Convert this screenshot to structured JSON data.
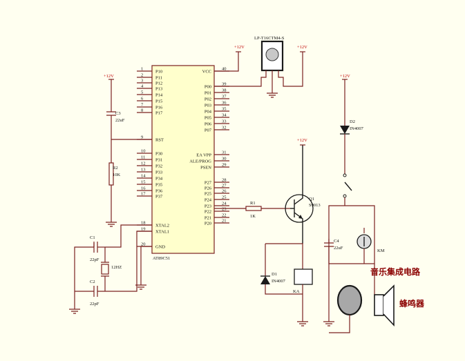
{
  "chip": {
    "name": "AT89C51",
    "left_pins": [
      {
        "num": "1",
        "name": "P10"
      },
      {
        "num": "2",
        "name": "P11"
      },
      {
        "num": "3",
        "name": "P12"
      },
      {
        "num": "4",
        "name": "P13"
      },
      {
        "num": "5",
        "name": "P14"
      },
      {
        "num": "6",
        "name": "P15"
      },
      {
        "num": "7",
        "name": "P16"
      },
      {
        "num": "8",
        "name": "P17"
      },
      {
        "num": "9",
        "name": "RST"
      },
      {
        "num": "10",
        "name": "P30"
      },
      {
        "num": "11",
        "name": "P31"
      },
      {
        "num": "12",
        "name": "P32"
      },
      {
        "num": "13",
        "name": "P33"
      },
      {
        "num": "14",
        "name": "P34"
      },
      {
        "num": "15",
        "name": "P35"
      },
      {
        "num": "16",
        "name": "P36"
      },
      {
        "num": "17",
        "name": "P37"
      },
      {
        "num": "18",
        "name": "XTAL2"
      },
      {
        "num": "19",
        "name": "XTAL1"
      },
      {
        "num": "20",
        "name": "GND"
      }
    ],
    "right_pins": [
      {
        "num": "40",
        "name": "VCC"
      },
      {
        "num": "39",
        "name": "P00"
      },
      {
        "num": "38",
        "name": "P01"
      },
      {
        "num": "37",
        "name": "P02"
      },
      {
        "num": "36",
        "name": "P03"
      },
      {
        "num": "35",
        "name": "P04"
      },
      {
        "num": "34",
        "name": "P05"
      },
      {
        "num": "33",
        "name": "P06"
      },
      {
        "num": "32",
        "name": "P07"
      },
      {
        "num": "31",
        "name": "EA VPP"
      },
      {
        "num": "30",
        "name": "ALE/PROG"
      },
      {
        "num": "29",
        "name": "PSEN"
      },
      {
        "num": "28",
        "name": "P27"
      },
      {
        "num": "27",
        "name": "P26"
      },
      {
        "num": "26",
        "name": "P25"
      },
      {
        "num": "25",
        "name": "P24"
      },
      {
        "num": "24",
        "name": "P23"
      },
      {
        "num": "23",
        "name": "P22"
      },
      {
        "num": "22",
        "name": "P21"
      },
      {
        "num": "21",
        "name": "P20"
      }
    ]
  },
  "labels": {
    "supply": "+12V",
    "sensor": "LP-T16CTM4-S",
    "c3_name": "C3",
    "c3_value": "22uF",
    "r2_name": "R2",
    "r2_value": "10K",
    "c1_name": "C1",
    "c1_value": "22pF",
    "c2_name": "C2",
    "c2_value": "22pF",
    "crystal_value": "12HZ",
    "r1_name": "R1",
    "r1_value": "1K",
    "q1_name": "Q1",
    "q1_value": "S9013",
    "d1_name": "D1",
    "d1_value": "IN4007",
    "d2_name": "D2",
    "d2_value": "IN4007",
    "relay_name": "KA",
    "c4_name": "C4",
    "c4_value": "22uF",
    "km_name": "KM",
    "music_ic": "音乐集成电路",
    "buzzer": "蜂鸣器"
  }
}
